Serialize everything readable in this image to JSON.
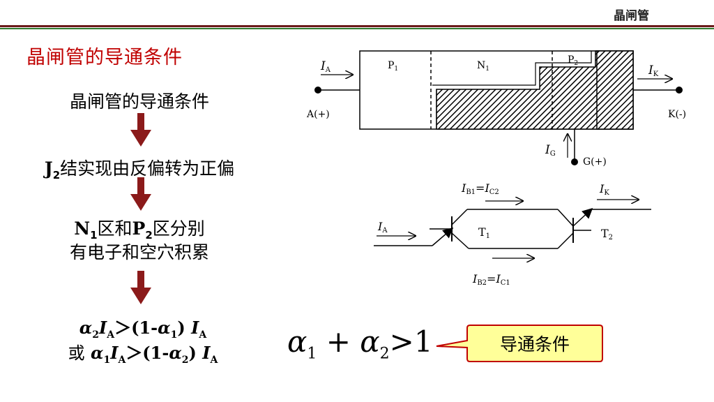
{
  "header": {
    "title": "晶闸管"
  },
  "slide": {
    "title": "晶闸管的导通条件"
  },
  "flow": {
    "step1": "晶闸管的导通条件",
    "step2_sub": "2",
    "step2_text": "结实现由反偏转为正偏",
    "step3_line1_a": "区和",
    "step3_line1_b": "区分别",
    "step3_line2": "有电子和空穴积累",
    "cond_or": "或"
  },
  "structure": {
    "labels": {
      "ia": "I",
      "ia_sub": "A",
      "p1": "P",
      "p1_sub": "1",
      "n1": "N",
      "n1_sub": "1",
      "p2": "P",
      "p2_sub": "2",
      "ik": "I",
      "ik_sub": "K",
      "anode": "A(+)",
      "cathode": "K(-)",
      "ig": "I",
      "ig_sub": "G",
      "gate": "G(+)"
    }
  },
  "transistor": {
    "labels": {
      "ib1": "I",
      "ib1_sub": "B1",
      "ib1_eq": "=",
      "ic2": "I",
      "ic2_sub": "C2",
      "ik": "I",
      "ik_sub": "K",
      "ia": "I",
      "ia_sub": "A",
      "t1": "T",
      "t1_sub": "1",
      "t2": "T",
      "t2_sub": "2",
      "ib2": "I",
      "ib2_sub": "B2",
      "ib2_eq": "=",
      "ic1": "I",
      "ic1_sub": "C1"
    }
  },
  "result": {
    "callout": "导通条件"
  },
  "colors": {
    "accent": "#c00000",
    "arrow": "#8b1a1a",
    "callout_bg": "#ffff99",
    "callout_border": "#c00000"
  }
}
